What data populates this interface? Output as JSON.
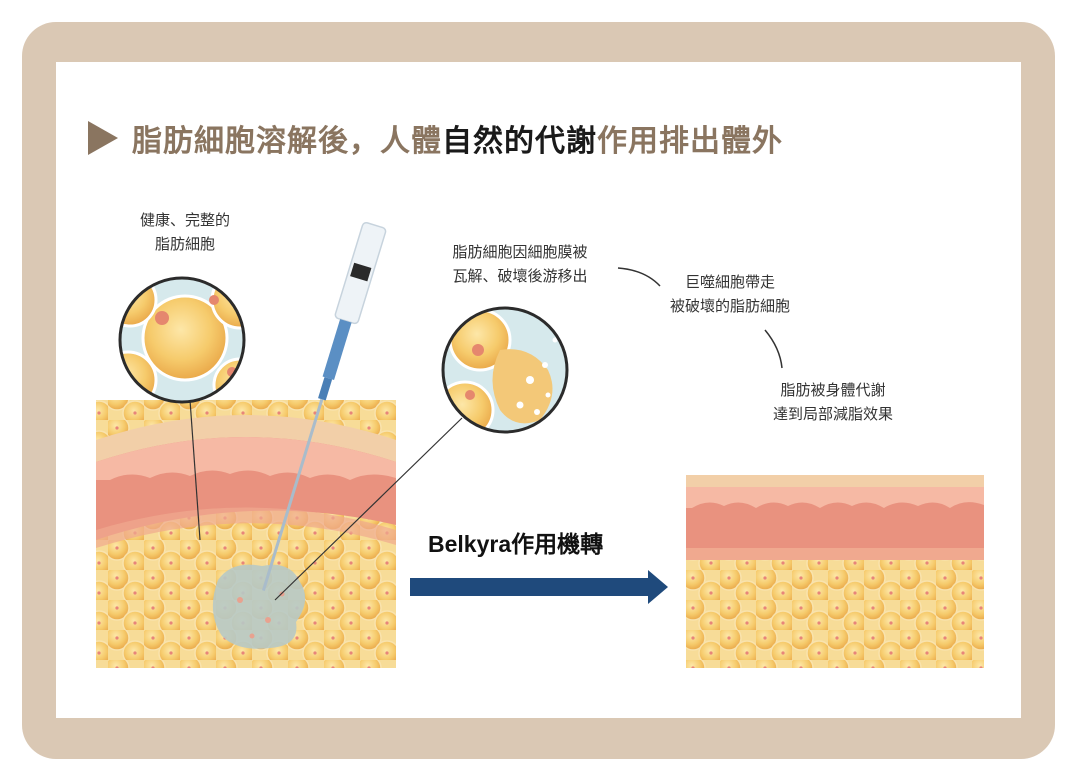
{
  "title": {
    "part1": "脂肪細胞溶解後，人體",
    "part2": "自然的代謝",
    "part3": "作用排出體外"
  },
  "labels": {
    "healthy_line1": "健康、完整的",
    "healthy_line2": "脂肪細胞",
    "damaged_line1": "脂肪細胞因細胞膜被",
    "damaged_line2": "瓦解、破壞後游移出",
    "macrophage_line1": "巨噬細胞帶走",
    "macrophage_line2": "被破壞的脂肪細胞",
    "metabolism_line1": "脂肪被身體代謝",
    "metabolism_line2": "達到局部減脂效果",
    "mechanism": "Belkyra作用機轉"
  },
  "icons": [
    "play-triangle-icon",
    "syringe-icon",
    "arrow-right-icon"
  ],
  "colors": {
    "frame": "#dac8b4",
    "title_muted": "#8a7560",
    "title_dark": "#1a1a1a",
    "arrow": "#1f4a7c",
    "fat": "#f4c566",
    "skin_pink": "#e9927f",
    "skin_outer": "#f2cfa8",
    "syringe_blue": "#5b8fc4"
  }
}
